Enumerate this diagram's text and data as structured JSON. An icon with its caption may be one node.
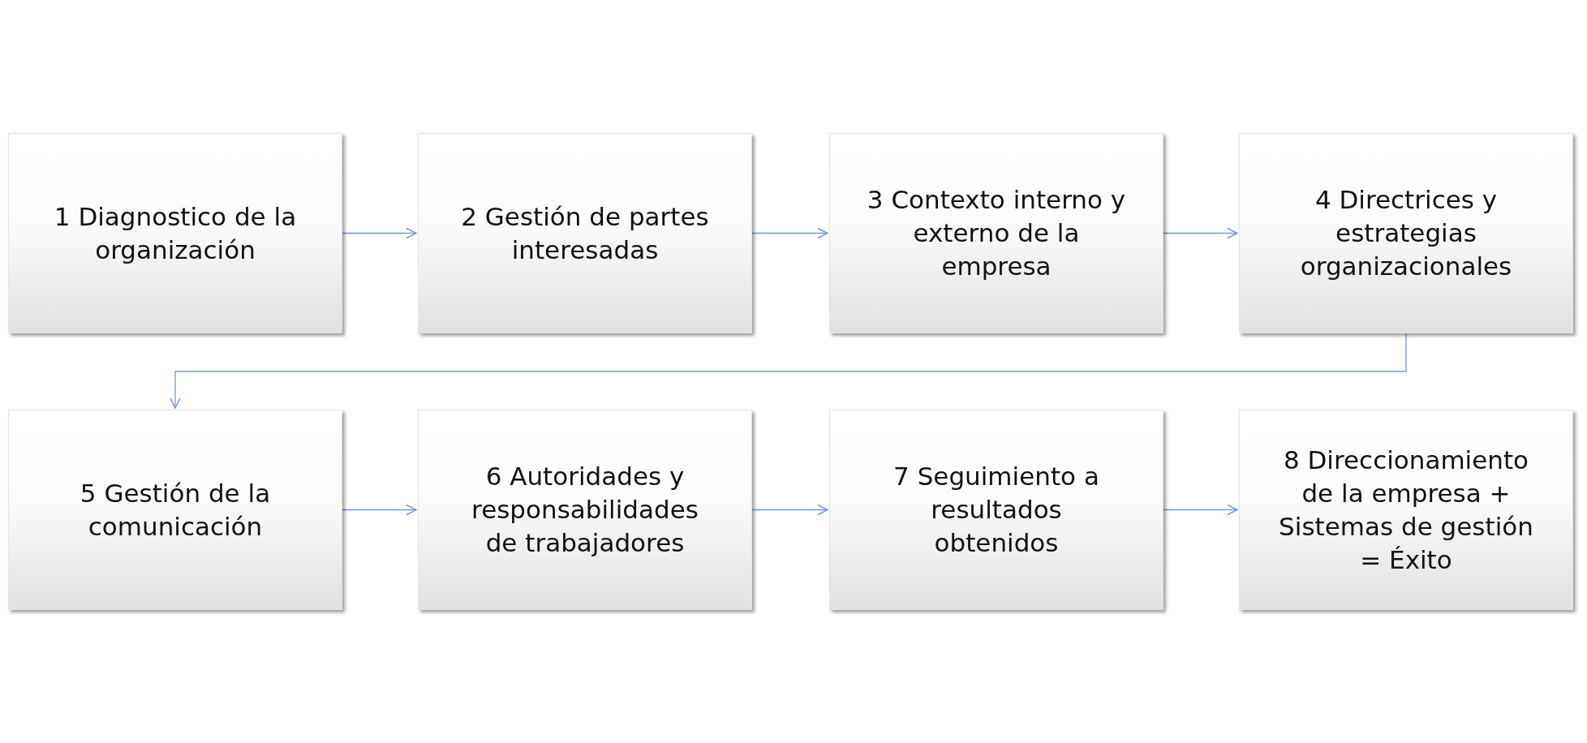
{
  "diagram": {
    "nodes": [
      {
        "text": [
          "1 Diagnostico de la organización"
        ]
      },
      {
        "text": [
          "2 Gestión de partes interesadas"
        ]
      },
      {
        "text": [
          "3 Contexto interno y externo de la empresa"
        ]
      },
      {
        "text": [
          "4 Directrices y estrategias organizacionales"
        ]
      },
      {
        "text": [
          "5 Gestión de la comunicación"
        ]
      },
      {
        "text": [
          "6 Autoridades y responsabilidades de trabajadores"
        ]
      },
      {
        "text": [
          "7 Seguimiento a resultados obtenidos"
        ]
      },
      {
        "text": [
          "8 Direccionamiento de la empresa + Sistemas de gestión = Éxito"
        ]
      }
    ],
    "edges": [
      {
        "from": 0,
        "to": 1,
        "arrow": "to"
      },
      {
        "from": 1,
        "to": 2,
        "arrow": "to"
      },
      {
        "from": 2,
        "to": 3,
        "arrow": "to"
      },
      {
        "from": 3,
        "to": 4,
        "arrow": "to"
      },
      {
        "from": 4,
        "to": 5,
        "arrow": "to"
      },
      {
        "from": 5,
        "to": 6,
        "arrow": "to"
      },
      {
        "from": 6,
        "to": 7,
        "arrow": "to"
      }
    ]
  }
}
